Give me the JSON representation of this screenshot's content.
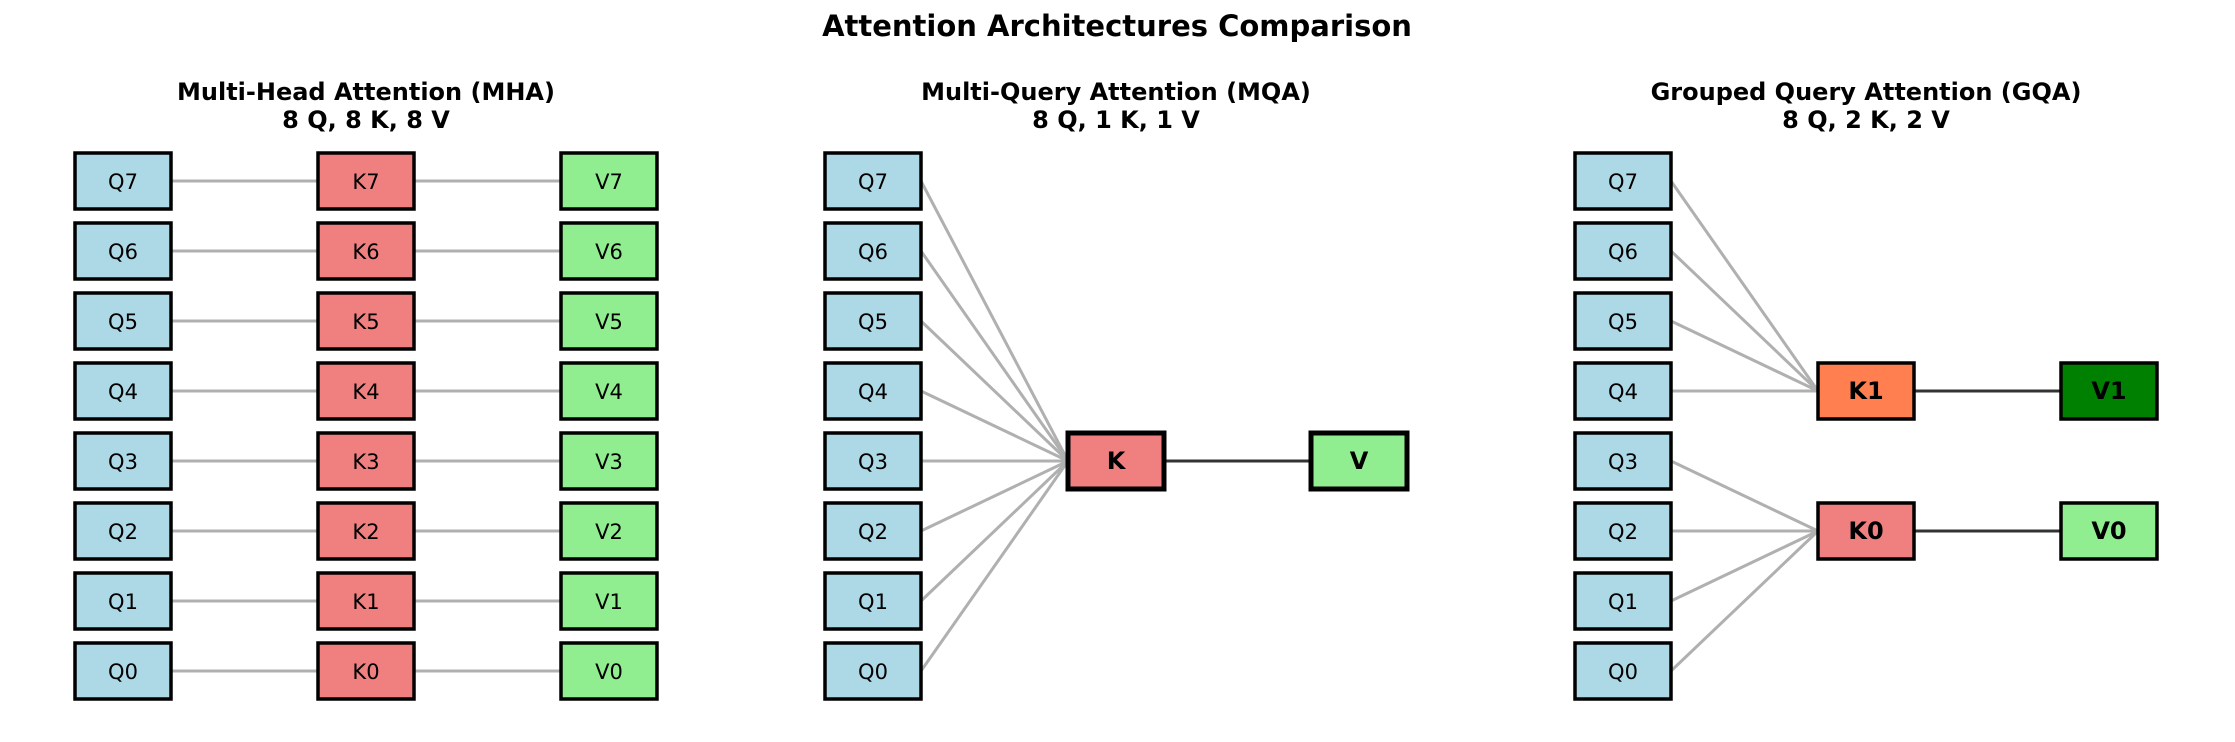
{
  "title": "Attention Architectures Comparison",
  "colors": {
    "query": "#ADD8E6",
    "key": "#F08080",
    "key_alt": "#FF7F50",
    "value": "#90EE90",
    "value_alt": "#008000",
    "connector_light": "#B0B0B0",
    "connector_dark": "#333333",
    "border": "#000000"
  },
  "panels": [
    {
      "id": "mha",
      "title": "Multi-Head Attention (MHA)",
      "subtitle": "8 Q, 8 K, 8 V",
      "queries": [
        "Q0",
        "Q1",
        "Q2",
        "Q3",
        "Q4",
        "Q5",
        "Q6",
        "Q7"
      ],
      "keys": [
        {
          "label": "K0",
          "color": "key",
          "bold": false
        },
        {
          "label": "K1",
          "color": "key",
          "bold": false
        },
        {
          "label": "K2",
          "color": "key",
          "bold": false
        },
        {
          "label": "K3",
          "color": "key",
          "bold": false
        },
        {
          "label": "K4",
          "color": "key",
          "bold": false
        },
        {
          "label": "K5",
          "color": "key",
          "bold": false
        },
        {
          "label": "K6",
          "color": "key",
          "bold": false
        },
        {
          "label": "K7",
          "color": "key",
          "bold": false
        }
      ],
      "values": [
        {
          "label": "V0",
          "color": "value",
          "bold": false
        },
        {
          "label": "V1",
          "color": "value",
          "bold": false
        },
        {
          "label": "V2",
          "color": "value",
          "bold": false
        },
        {
          "label": "V3",
          "color": "value",
          "bold": false
        },
        {
          "label": "V4",
          "color": "value",
          "bold": false
        },
        {
          "label": "V5",
          "color": "value",
          "bold": false
        },
        {
          "label": "V6",
          "color": "value",
          "bold": false
        },
        {
          "label": "V7",
          "color": "value",
          "bold": false
        }
      ],
      "query_to_key": [
        0,
        1,
        2,
        3,
        4,
        5,
        6,
        7
      ]
    },
    {
      "id": "mqa",
      "title": "Multi-Query Attention (MQA)",
      "subtitle": "8 Q, 1 K, 1 V",
      "queries": [
        "Q0",
        "Q1",
        "Q2",
        "Q3",
        "Q4",
        "Q5",
        "Q6",
        "Q7"
      ],
      "keys": [
        {
          "label": "K",
          "color": "key",
          "bold": true
        }
      ],
      "values": [
        {
          "label": "V",
          "color": "value",
          "bold": true
        }
      ],
      "query_to_key": [
        0,
        0,
        0,
        0,
        0,
        0,
        0,
        0
      ]
    },
    {
      "id": "gqa",
      "title": "Grouped Query Attention (GQA)",
      "subtitle": "8 Q, 2 K, 2 V",
      "queries": [
        "Q0",
        "Q1",
        "Q2",
        "Q3",
        "Q4",
        "Q5",
        "Q6",
        "Q7"
      ],
      "keys": [
        {
          "label": "K0",
          "color": "key",
          "bold": true
        },
        {
          "label": "K1",
          "color": "key_alt",
          "bold": true
        }
      ],
      "values": [
        {
          "label": "V0",
          "color": "value",
          "bold": true
        },
        {
          "label": "V1",
          "color": "value_alt",
          "bold": true
        }
      ],
      "query_to_key": [
        0,
        0,
        0,
        0,
        1,
        1,
        1,
        1
      ]
    }
  ]
}
